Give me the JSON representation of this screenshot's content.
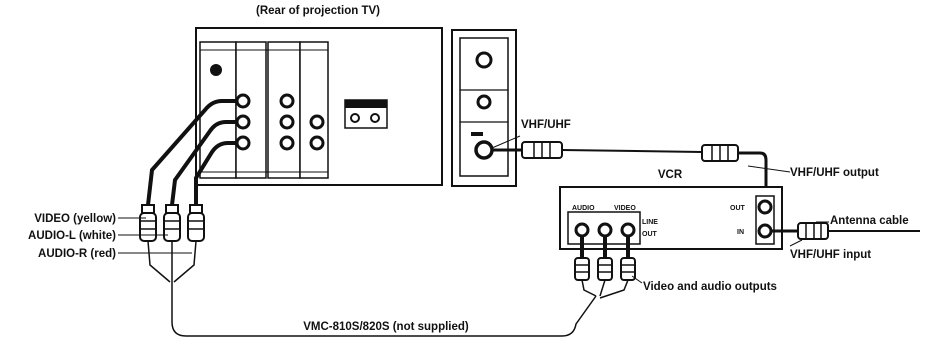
{
  "labels": {
    "title": "(Rear of projection TV)",
    "vhf_uhf": "VHF/UHF",
    "vcr": "VCR",
    "vhf_uhf_output": "VHF/UHF output",
    "antenna_cable": "Antenna cable",
    "vhf_uhf_input": "VHF/UHF input",
    "video_yellow": "VIDEO (yellow)",
    "audio_l_white": "AUDIO-L (white)",
    "audio_r_red": "AUDIO-R (red)",
    "video_audio_outputs": "Video and audio outputs",
    "cable_model": "VMC-810S/820S (not supplied)"
  },
  "vcr_panel": {
    "audio": "AUDIO",
    "video": "VIDEO",
    "line": "LINE",
    "out_port": "OUT",
    "in_port": "IN",
    "out_line": "OUT"
  }
}
